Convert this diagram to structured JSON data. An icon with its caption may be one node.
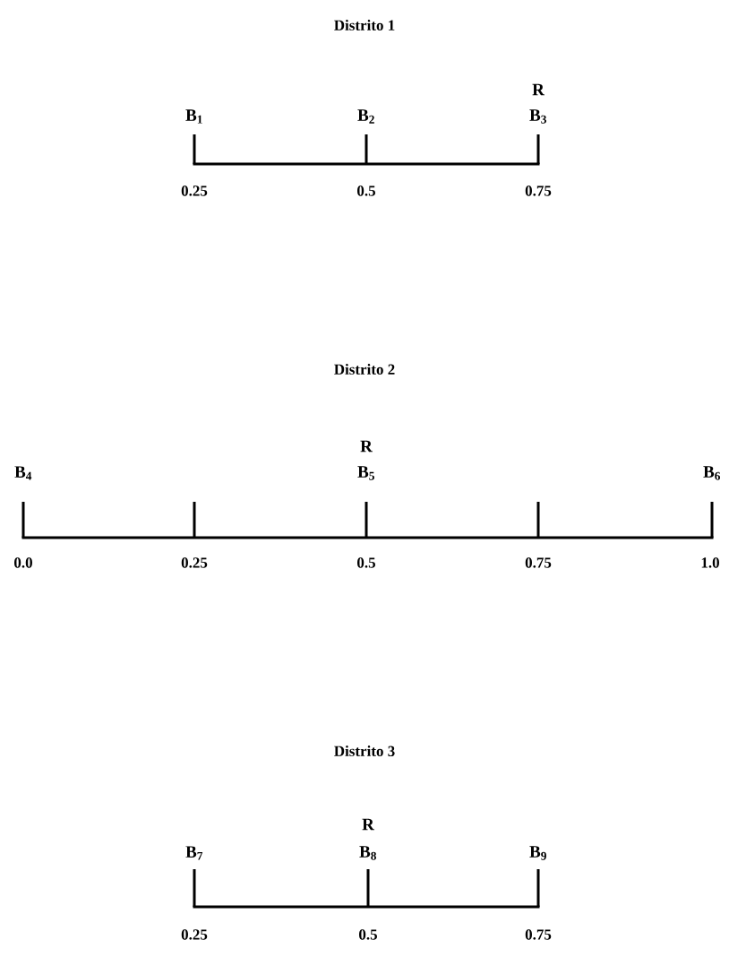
{
  "diagram": {
    "labels": [
      "Distrito 1",
      "R",
      "B$_{1}$",
      "B$_{2}$",
      "B$_{3}$",
      "0.25",
      "0.5",
      "0.75",
      "Distrito 2",
      "R",
      "B$_{4}$",
      "B$_{5}$",
      "B$_{6}$",
      "0.0",
      "0.25",
      "0.5",
      "0.75",
      "1.0",
      "Distrito 3",
      "R",
      "B$_{7}$",
      "B$_{8}$",
      "B$_{9}$",
      "0.25",
      "0.5",
      "0.75"
    ]
  }
}
